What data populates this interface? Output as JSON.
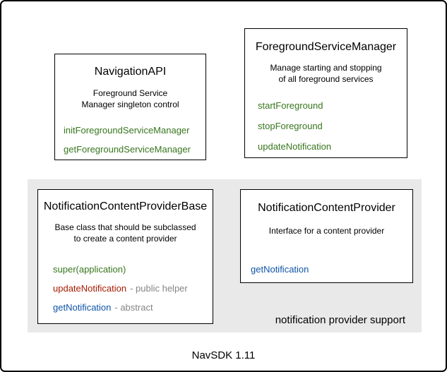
{
  "diagram": {
    "caption": "NavSDK 1.11",
    "colors": {
      "green": "#38761d",
      "red": "#a61c00",
      "blue": "#0f54a8",
      "gray": "#858585",
      "panel_bg": "#e9e9e9"
    },
    "navigation_api": {
      "title": "NavigationAPI",
      "desc1": "Foreground Service",
      "desc2": "Manager singleton control",
      "methods": [
        "initForegroundServiceManager",
        "getForegroundServiceManager"
      ]
    },
    "foreground_service_manager": {
      "title": "ForegroundServiceManager",
      "desc1": "Manage starting and stopping",
      "desc2": "of all foreground services",
      "methods": [
        "startForeground",
        "stopForeground",
        "updateNotification"
      ]
    },
    "notification_panel": {
      "label": "notification provider support",
      "provider_base": {
        "title": "NotificationContentProviderBase",
        "desc1": "Base class that should be subclassed",
        "desc2": "to create a content provider",
        "methods": [
          {
            "name": "super(application)",
            "suffix": "",
            "color": "green"
          },
          {
            "name": "updateNotification",
            "suffix": "- public helper",
            "color": "red"
          },
          {
            "name": "getNotification",
            "suffix": "- abstract",
            "color": "blue"
          }
        ]
      },
      "provider": {
        "title": "NotificationContentProvider",
        "desc1": "Interface for a content provider",
        "methods": [
          {
            "name": "getNotification",
            "color": "blue"
          }
        ]
      }
    }
  }
}
